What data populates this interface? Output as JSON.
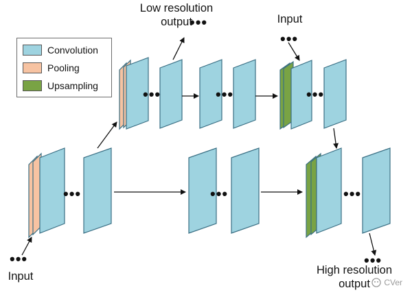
{
  "legend": {
    "items": [
      {
        "label": "Convolution",
        "color": "#9ed3e0"
      },
      {
        "label": "Pooling",
        "color": "#f7c3a2"
      },
      {
        "label": "Upsampling",
        "color": "#79a344"
      }
    ]
  },
  "labels": {
    "low_res_output": [
      "Low resolution",
      "output"
    ],
    "input_top": "Input",
    "input_bottom": "Input",
    "high_res_output": [
      "High resolution",
      "output"
    ]
  },
  "dots": "•••",
  "watermark": "CVer",
  "colors": {
    "conv_face": "#9ed3e0",
    "conv_edge": "#3a6f84",
    "pool_face": "#f7c3a2",
    "up_face": "#79a344",
    "arrow": "#111111"
  }
}
